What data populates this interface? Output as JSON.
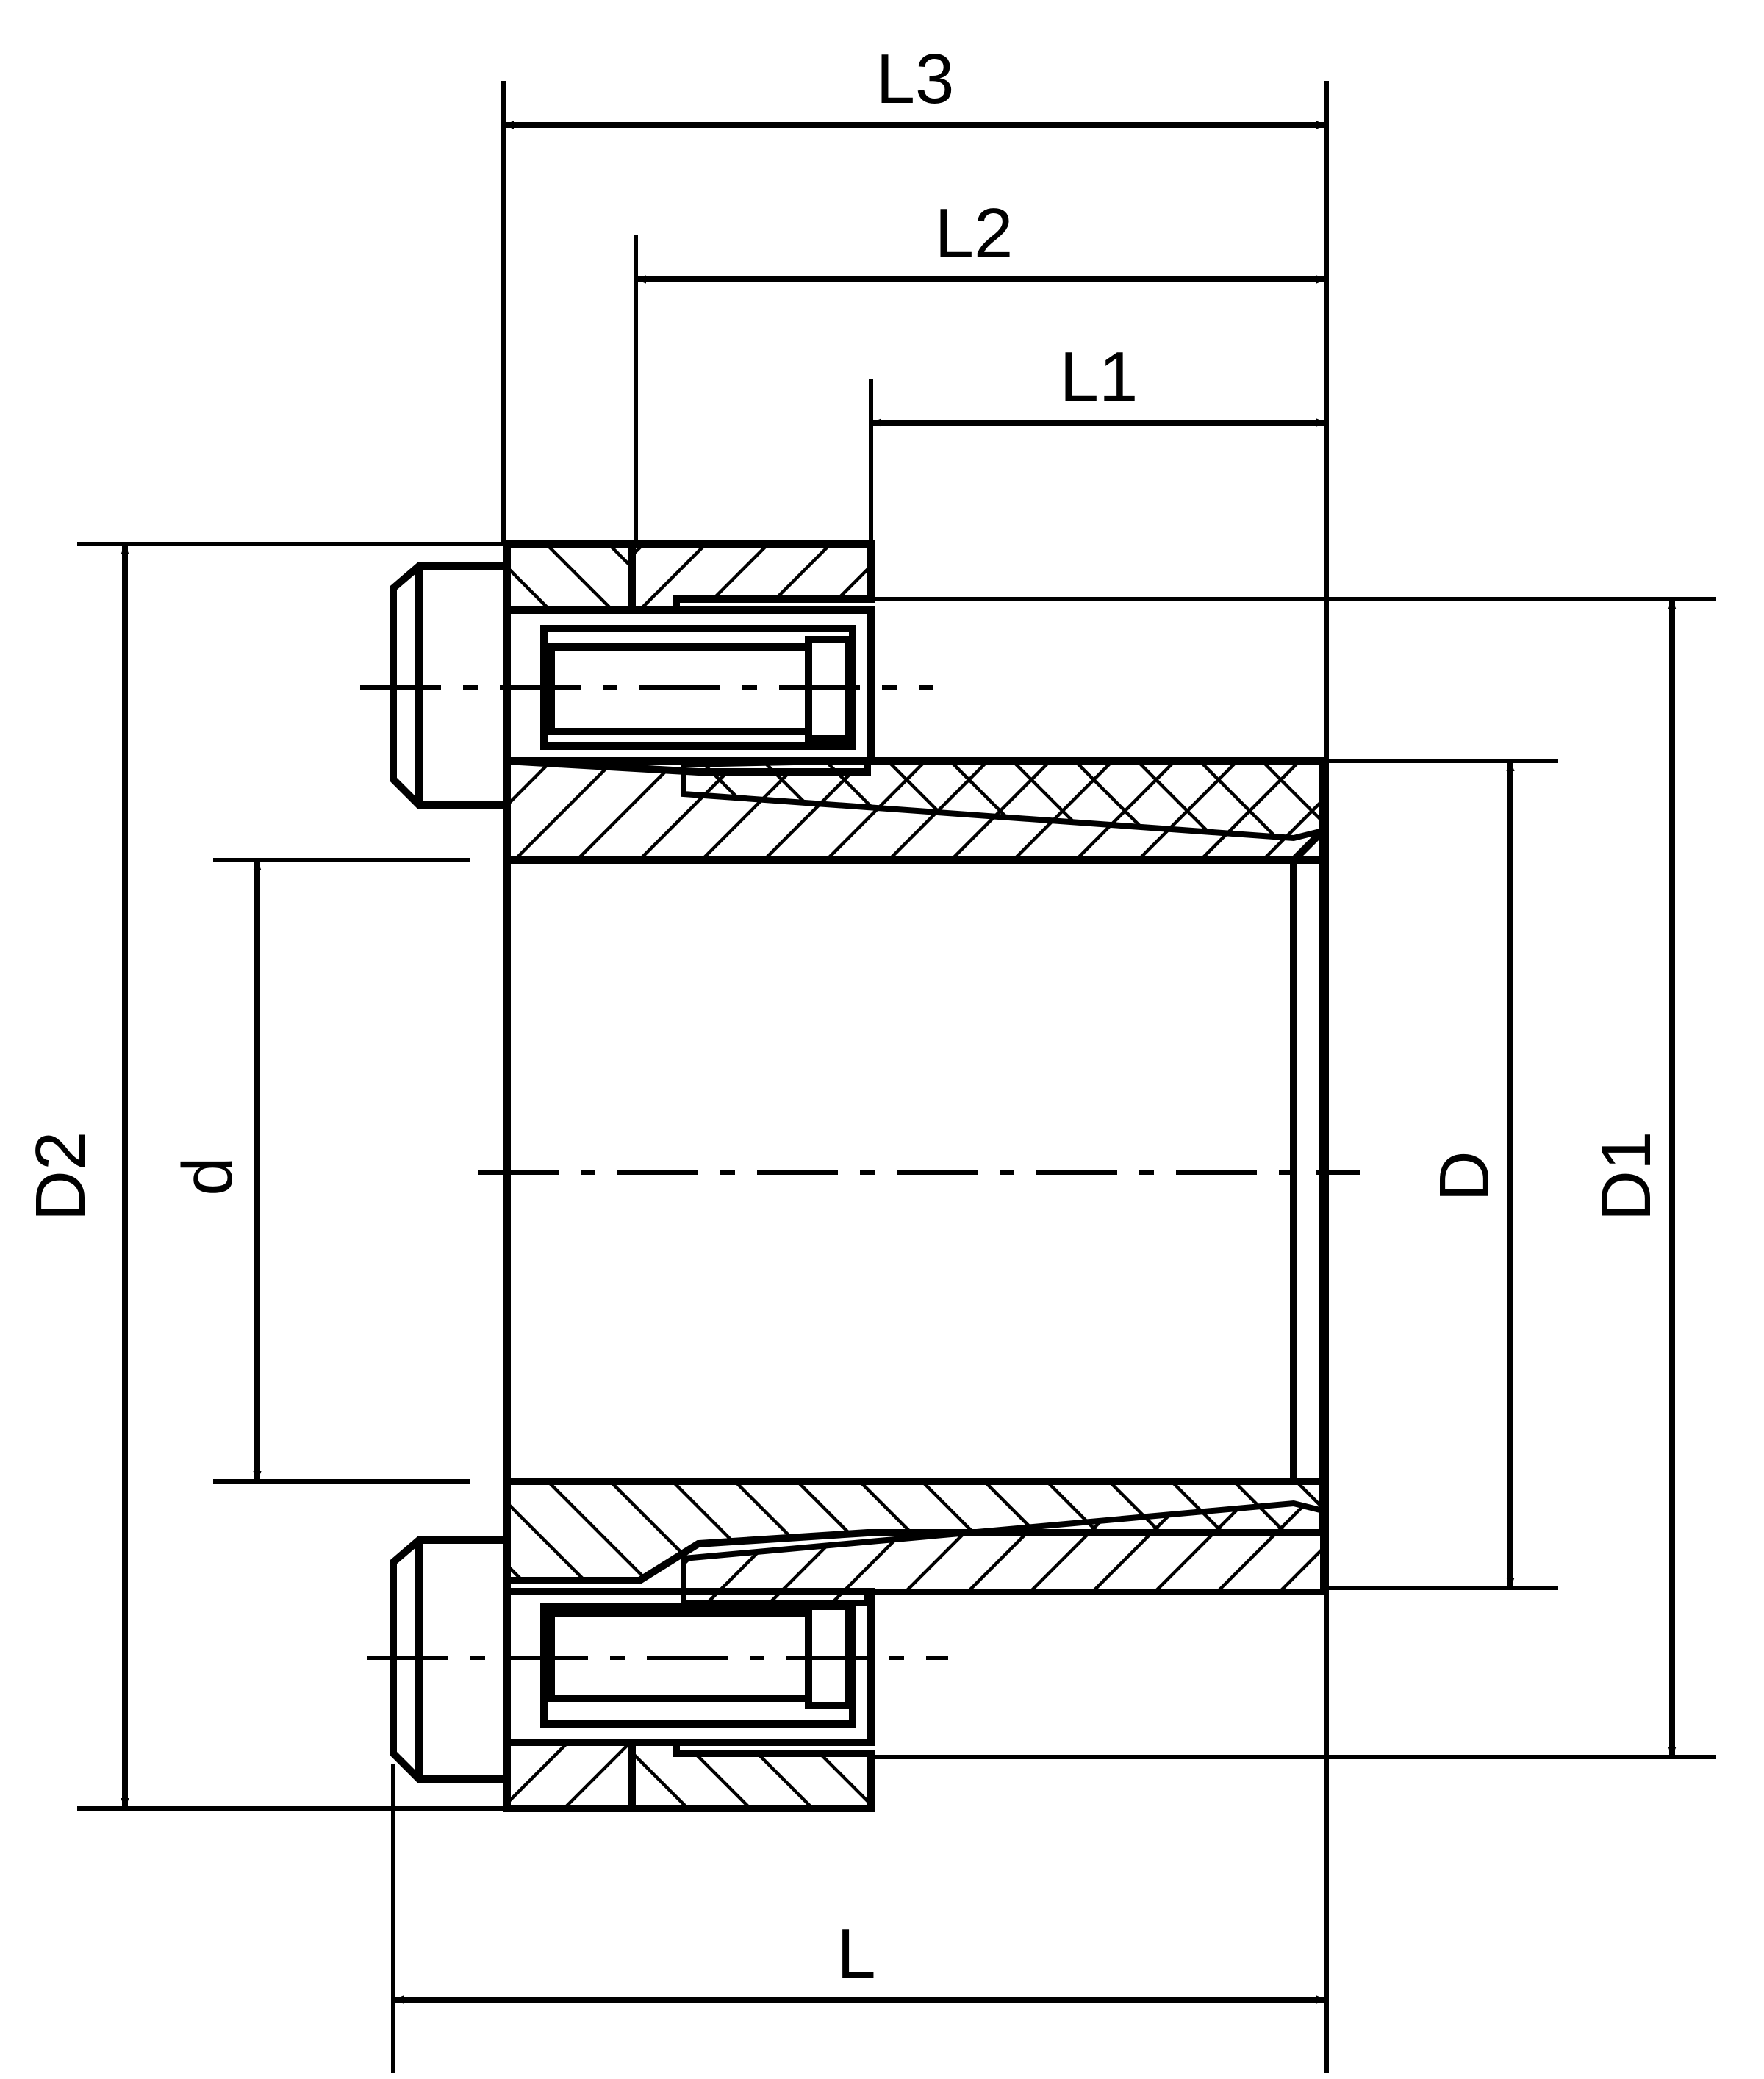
{
  "labels": {
    "L3": "L3",
    "L2": "L2",
    "L1": "L1",
    "L": "L",
    "D2": "D2",
    "d": "d",
    "D": "D",
    "D1": "D1"
  },
  "colors": {
    "line": "#000000",
    "background": "#ffffff"
  }
}
